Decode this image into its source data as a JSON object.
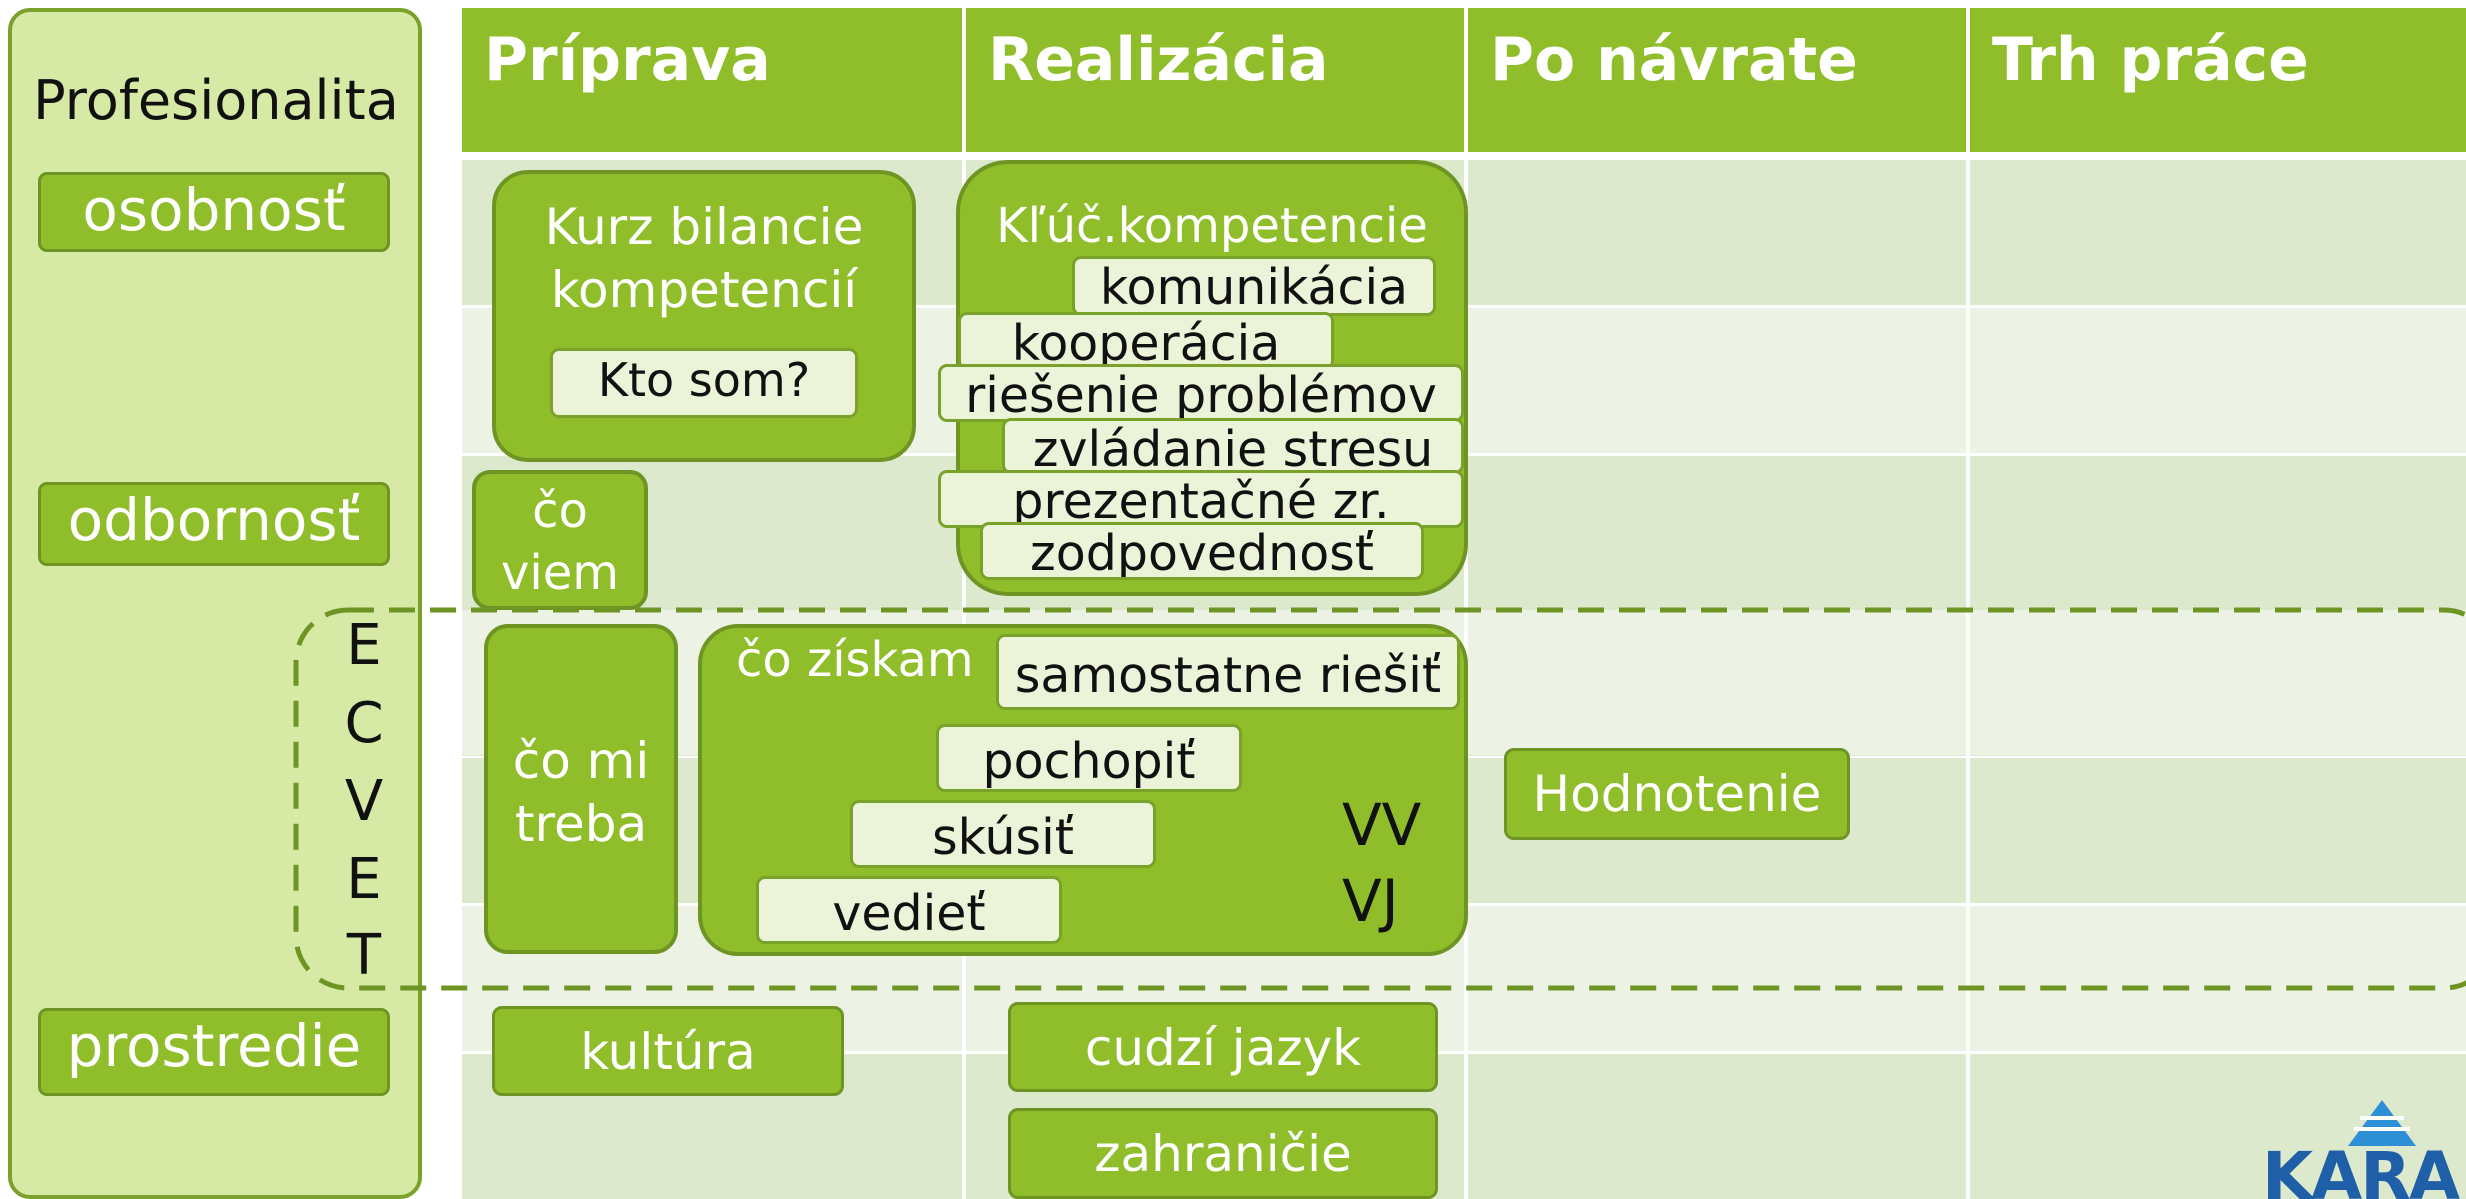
{
  "header": {
    "profesionalita": "Profesionalita",
    "columns": [
      "Príprava",
      "Realizácia",
      "Po návrate",
      "Trh práce"
    ]
  },
  "categories": {
    "osobnost": "osobnosť",
    "odbornost": "odbornosť",
    "prostredie": "prostredie"
  },
  "ecvet": [
    "E",
    "C",
    "V",
    "E",
    "T"
  ],
  "priprava": {
    "kurz_line1": "Kurz bilancie",
    "kurz_line2": "kompetencií",
    "kto_som": "Kto som?",
    "co_viem_line1": "čo",
    "co_viem_line2": "viem",
    "co_mi_treba_line1": "čo mi",
    "co_mi_treba_line2": "treba",
    "kultura": "kultúra"
  },
  "realizacia": {
    "kluc_title": "Kľúč.kompetencie",
    "kluc_items": [
      "komunikácia",
      "kooperácia",
      "riešenie problémov",
      "zvládanie stresu",
      "prezentačné zr.",
      "zodpovednosť"
    ],
    "co_ziskam": "čo získam",
    "ziskam_items": [
      "samostatne riešiť",
      "pochopiť",
      "skúsiť",
      "vedieť"
    ],
    "vv": "VV",
    "vj": "VJ",
    "cudzi_jazyk": "cudzí jazyk",
    "zahranicie": "zahraničie"
  },
  "po_navrate": {
    "hodnotenie": "Hodnotenie"
  },
  "logo": {
    "text": "KARA"
  },
  "colors": {
    "accent": "#8fbe2a",
    "border": "#6e9424",
    "panel": "#d6eaa6",
    "row_a": "#dde9cd",
    "row_b": "#ecf2e4",
    "logo_blue": "#1f5fa8"
  }
}
